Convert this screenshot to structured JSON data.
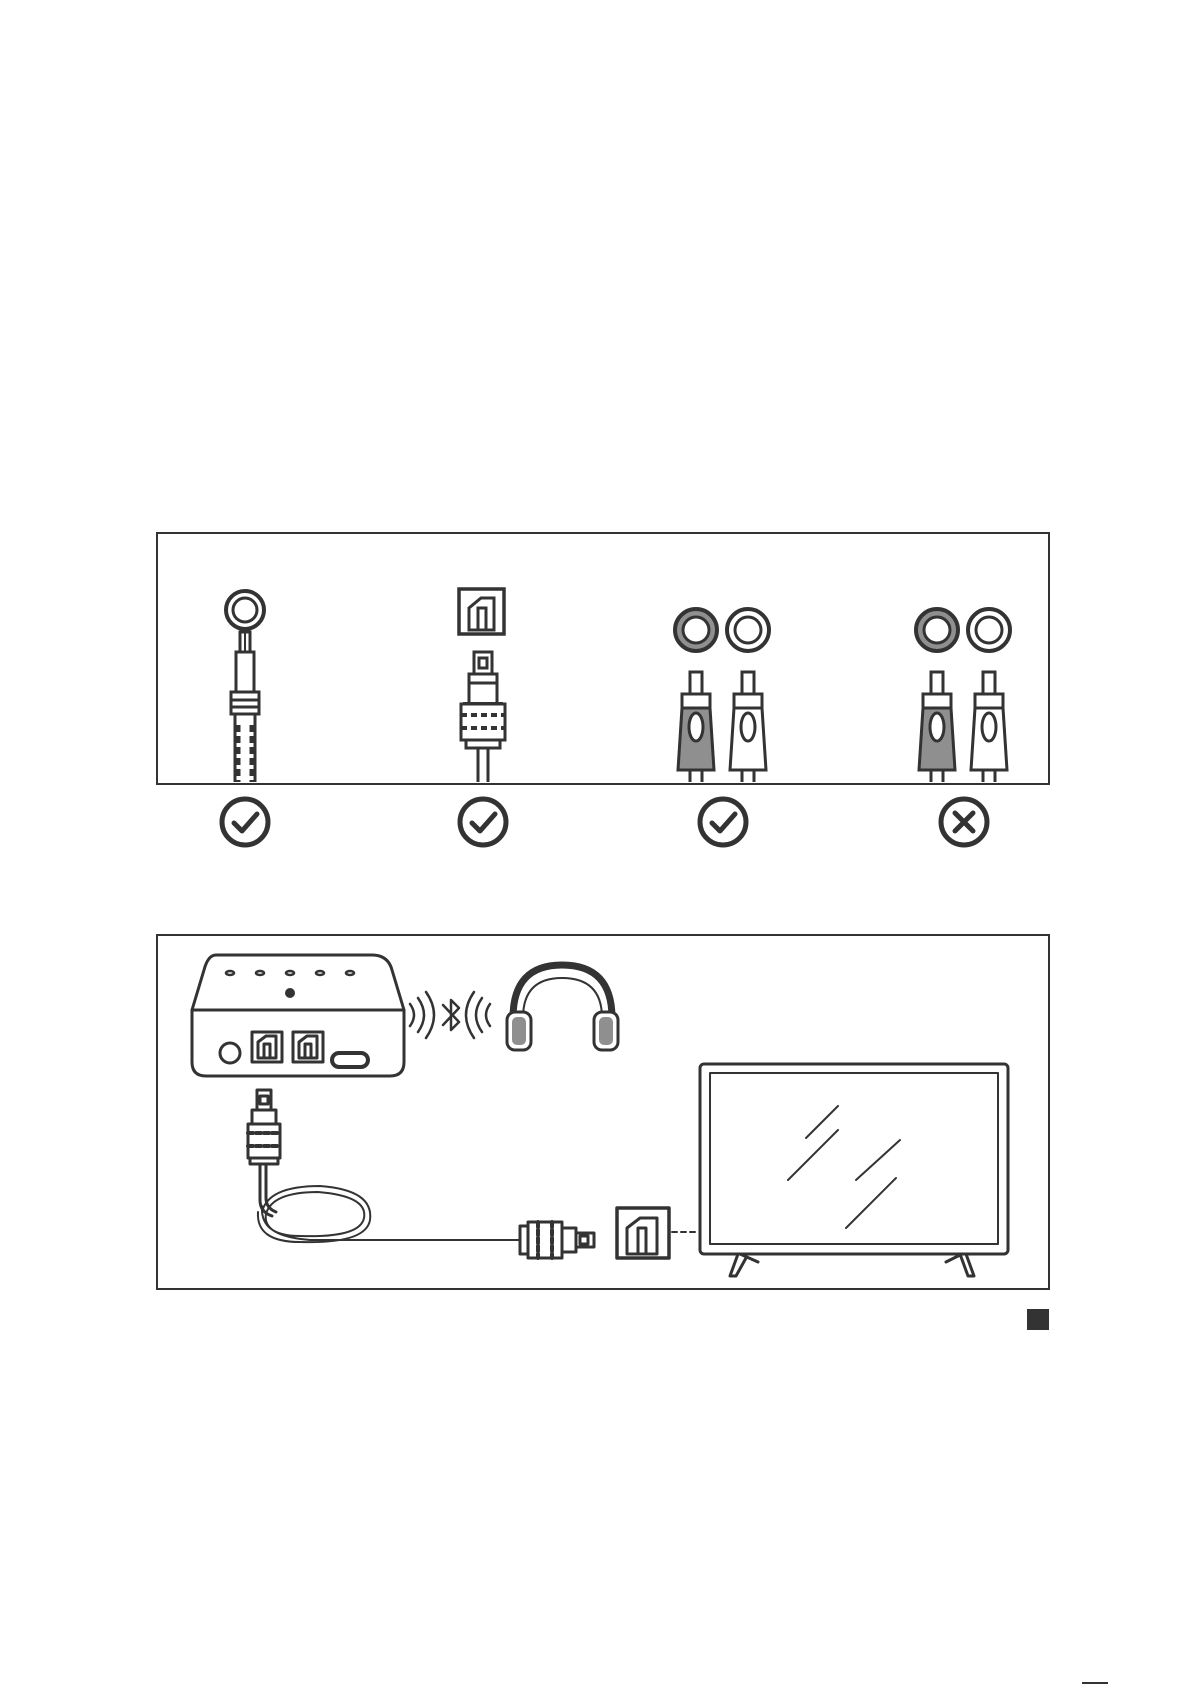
{
  "colors": {
    "stroke": "#333333",
    "gray": "#8f8f8f",
    "background": "#ffffff"
  },
  "connectors": [
    {
      "type": "3.5mm AUX",
      "compatible": true,
      "status_icon": "check-icon"
    },
    {
      "type": "optical (toslink)",
      "compatible": true,
      "status_icon": "check-icon"
    },
    {
      "type": "RCA (two sockets)",
      "compatible": true,
      "status_icon": "check-icon"
    },
    {
      "type": "RCA (two plugs)",
      "compatible": false,
      "status_icon": "cross-icon"
    }
  ],
  "setup": {
    "devices": [
      "transmitter",
      "bluetooth-icon",
      "headphones",
      "optical-cable",
      "tv"
    ]
  }
}
